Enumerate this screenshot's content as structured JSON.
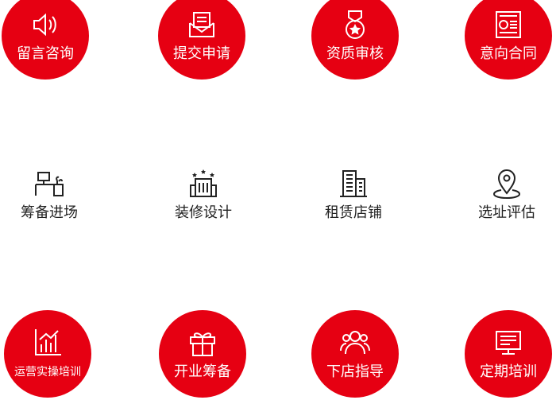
{
  "colors": {
    "accent": "#e60012",
    "text": "#222222",
    "background": "#ffffff"
  },
  "services": [
    {
      "label": "留言咨询",
      "icon": "speaker-icon"
    },
    {
      "label": "提交申请",
      "icon": "envelope-icon"
    },
    {
      "label": "资质审核",
      "icon": "medal-icon"
    },
    {
      "label": "意向合同",
      "icon": "contract-icon"
    },
    {
      "label": "筹备进场",
      "icon": "desk-icon"
    },
    {
      "label": "装修设计",
      "icon": "building-stars-icon"
    },
    {
      "label": "租赁店铺",
      "icon": "office-building-icon"
    },
    {
      "label": "选址评估",
      "icon": "location-pin-icon"
    },
    {
      "label": "运营实操培训",
      "icon": "bar-chart-icon"
    },
    {
      "label": "开业筹备",
      "icon": "gift-icon"
    },
    {
      "label": "下店指导",
      "icon": "people-icon"
    },
    {
      "label": "定期培训",
      "icon": "monitor-icon"
    }
  ]
}
